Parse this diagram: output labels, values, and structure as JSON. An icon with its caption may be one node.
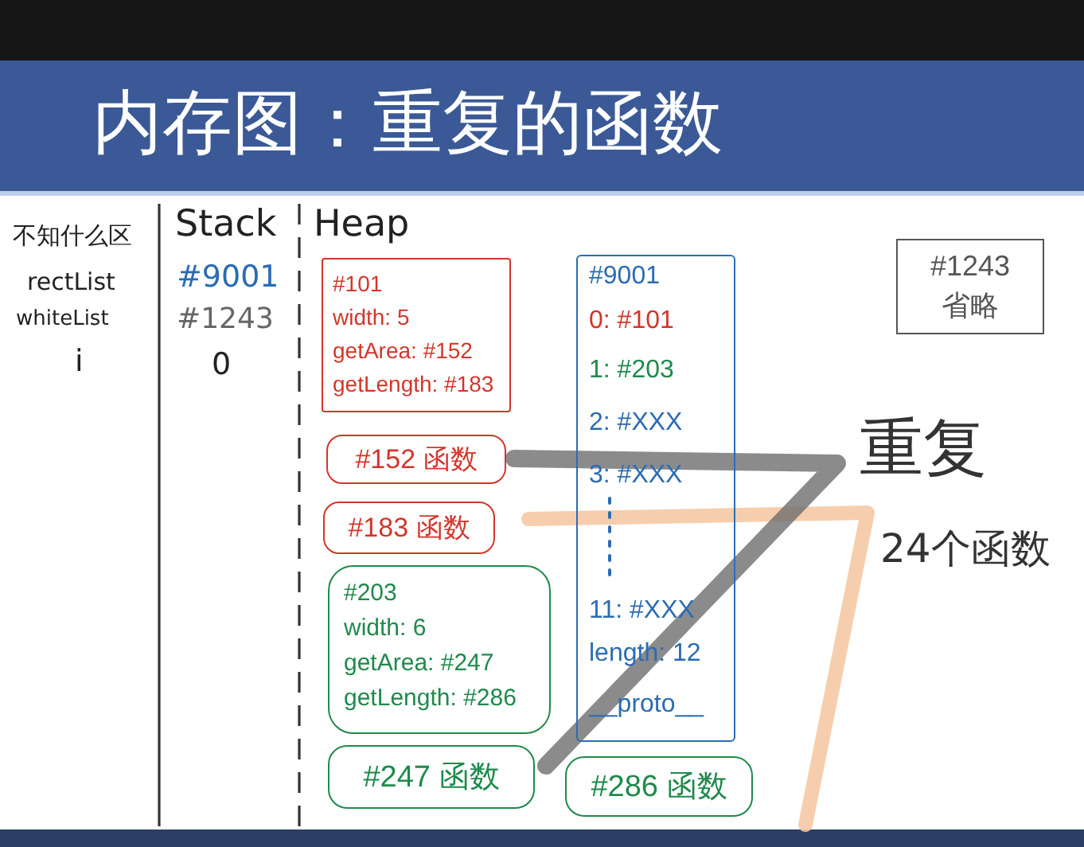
{
  "diagram": {
    "title": "内存图：重复的函数",
    "nodes": [
      {
        "text": [
          "#101",
          "width: 5",
          "getArea: #152",
          "getLength: #183"
        ]
      },
      {
        "text": [
          "#152 函数"
        ]
      },
      {
        "text": [
          "#183 函数"
        ]
      },
      {
        "text": [
          "#203",
          "width: 6",
          "getArea: #247",
          "getLength: #286"
        ]
      },
      {
        "text": [
          "#247 函数"
        ]
      },
      {
        "text": [
          "#9001",
          "0: #101",
          "1: #203",
          "2: #XXX",
          "3: #XXX",
          "11: #XXX",
          "length: 12",
          "__proto__"
        ]
      },
      {
        "text": [
          "#286 函数"
        ]
      },
      {
        "text": [
          "#1243",
          "省略"
        ]
      }
    ],
    "labels": [
      "不知什么区",
      "Stack",
      "Heap",
      "rectList",
      "#9001",
      "whiteList",
      "#1243",
      "i",
      "0",
      "重复",
      "24个函数"
    ]
  }
}
